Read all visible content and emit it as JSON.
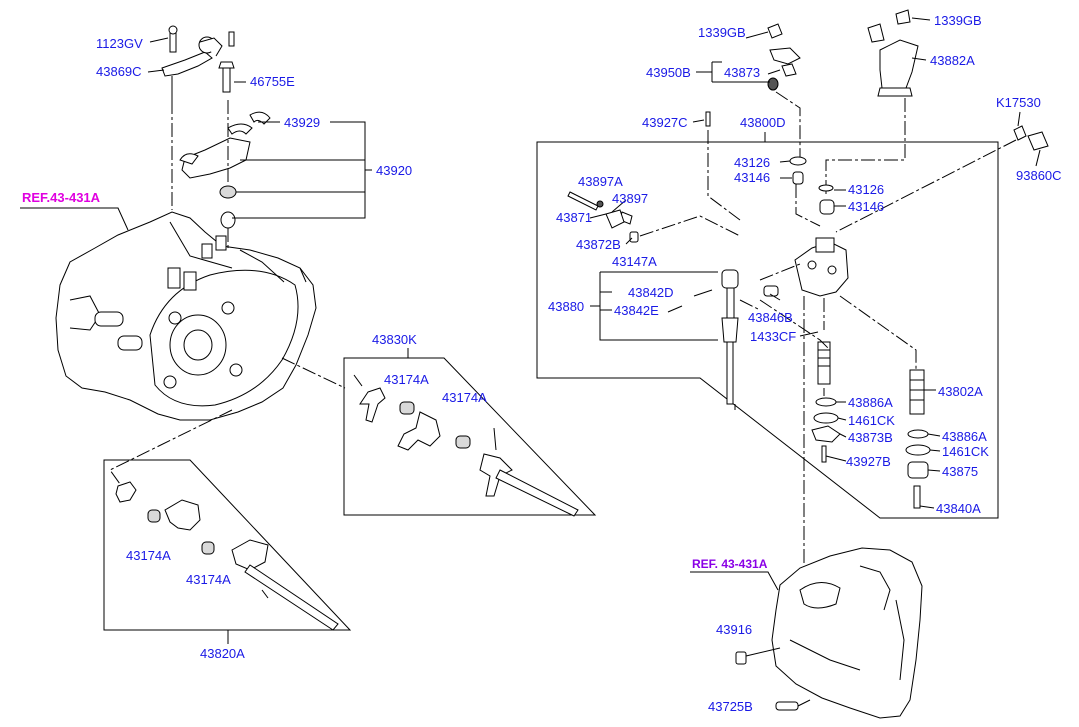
{
  "colors": {
    "label": "#1a1ae6",
    "reference": "#e000e0",
    "reference_alt": "#8a00e6",
    "line": "#000000"
  },
  "labels": {
    "p1123GV": "1123GV",
    "p43869C": "43869C",
    "p46755E": "46755E",
    "p43929": "43929",
    "p43920": "43920",
    "ref_left": "REF.43-431A",
    "p43830K": "43830K",
    "p43174A_a": "43174A",
    "p43174A_b": "43174A",
    "p43174A_c": "43174A",
    "p43174A_d": "43174A",
    "p43820A": "43820A",
    "p1339GB_a": "1339GB",
    "p1339GB_b": "1339GB",
    "p43950B": "43950B",
    "p43873": "43873",
    "p43882A": "43882A",
    "p43927C": "43927C",
    "p43800D": "43800D",
    "pK17530": "K17530",
    "p43126_a": "43126",
    "p43146_a": "43146",
    "p43126_b": "43126",
    "p43146_b": "43146",
    "p93860C": "93860C",
    "p43897A": "43897A",
    "p43897": "43897",
    "p43871": "43871",
    "p43872B": "43872B",
    "p43147A": "43147A",
    "p43880": "43880",
    "p43842D": "43842D",
    "p43842E": "43842E",
    "p43846B": "43846B",
    "p1433CF": "1433CF",
    "p43802A": "43802A",
    "p43886A_a": "43886A",
    "p1461CK_a": "1461CK",
    "p43873B": "43873B",
    "p43927B": "43927B",
    "p43886A_b": "43886A",
    "p1461CK_b": "1461CK",
    "p43875": "43875",
    "p43840A": "43840A",
    "ref_right": "REF. 43-431A",
    "p43916": "43916",
    "p43725B": "43725B"
  }
}
